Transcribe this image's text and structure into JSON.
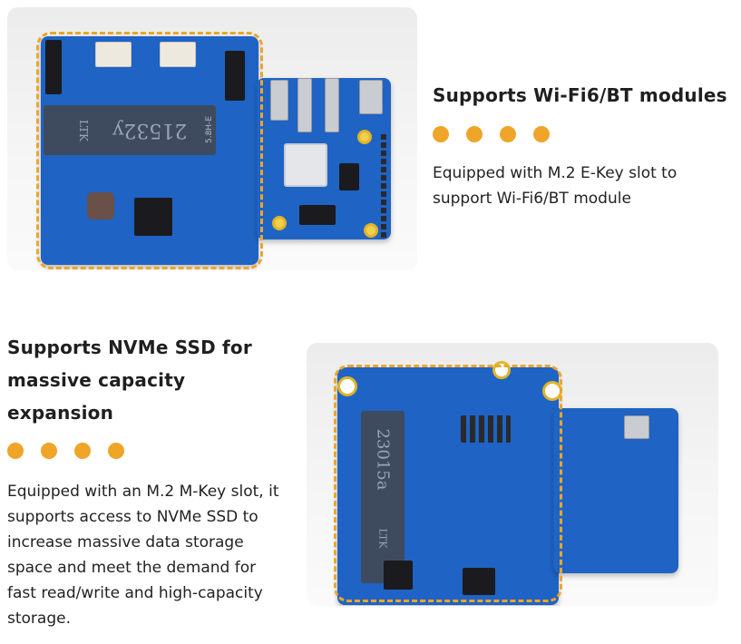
{
  "sections": [
    {
      "title": "Supports Wi-Fi6/BT modules",
      "body": "Equipped with M.2 E-Key slot to support Wi-Fi6/BT module",
      "dot_count": 4,
      "image_slot_label": "21532y",
      "image_brand": "LTK",
      "image_slot_model": "5.8H-E"
    },
    {
      "title": "Supports NVMe SSD for massive capacity expansion",
      "body": "Equipped with an M.2 M-Key slot, it supports access to NVMe SSD to increase massive data storage space and meet the demand for fast read/write and high-capacity storage.",
      "dot_count": 4,
      "image_slot_label": "23015a",
      "image_brand": "LTK"
    }
  ],
  "colors": {
    "accent": "#efa529",
    "pcb": "#1f63c4",
    "text": "#1f1f1f"
  }
}
